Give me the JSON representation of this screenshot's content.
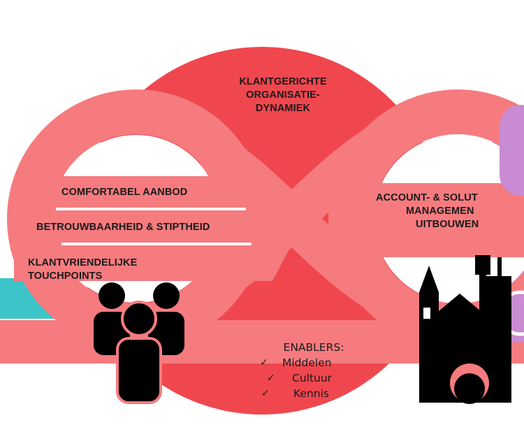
{
  "diagram": {
    "center_top": [
      "KLANTGERICHTE",
      "ORGANISATIE-",
      "DYNAMIEK"
    ],
    "left_items": [
      "COMFORTABEL AANBOD",
      "BETROUWBAARHEID & STIPTHEID"
    ],
    "left_bottom": [
      "KLANTVRIENDELIJKE",
      "TOUCHPOINTS"
    ],
    "right_items": [
      "ACCOUNT- & SOLUT",
      "MANAGEMEN",
      "UITBOUWEN"
    ],
    "enablers": {
      "title": "ENABLERS:",
      "items": [
        "Middelen",
        "Cultuur",
        "Kennis"
      ],
      "check": "✓"
    },
    "colors": {
      "red": "#f0474f",
      "pink": "#f57b7f",
      "teal": "#3cc4c8",
      "purple": "#c98bd2",
      "black": "#000000"
    },
    "icons": [
      "people-group-icon",
      "church-city-icon",
      "network-node-icon"
    ]
  }
}
